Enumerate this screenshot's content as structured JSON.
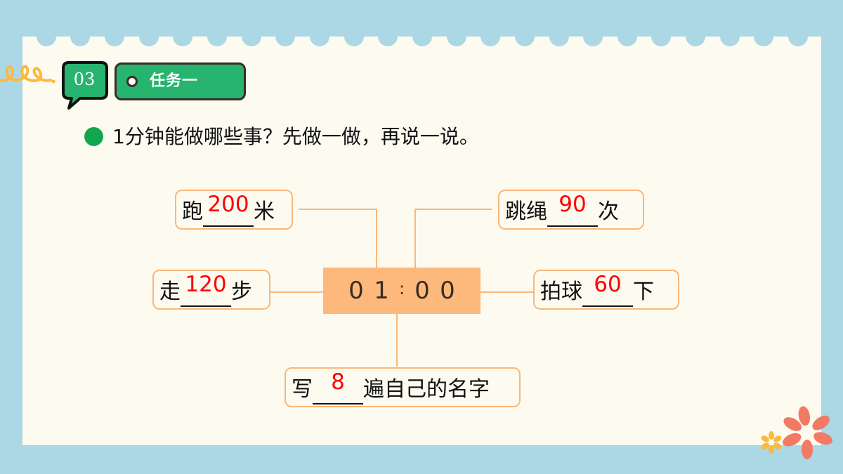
{
  "header": {
    "section_number": "03",
    "task_label": "任务一"
  },
  "question": {
    "text": "1分钟能做哪些事？先做一做，再说一说。"
  },
  "timer": {
    "digits": [
      "0",
      "1",
      "0",
      "0"
    ],
    "separator": ":",
    "display": "01:00"
  },
  "activities": [
    {
      "id": "run",
      "prefix": "跑",
      "answer": "200",
      "suffix": "米"
    },
    {
      "id": "jump-rope",
      "prefix": "跳绳",
      "answer": "90",
      "suffix": "次"
    },
    {
      "id": "walk",
      "prefix": "走",
      "answer": "120",
      "suffix": "步"
    },
    {
      "id": "bounce-ball",
      "prefix": "拍球",
      "answer": "60",
      "suffix": "下"
    },
    {
      "id": "write-name",
      "prefix": "写",
      "answer": "8",
      "suffix": "遍自己的名字"
    }
  ],
  "colors": {
    "background": "#acd7e5",
    "card": "#fdfbf0",
    "accent_green": "#27b46e",
    "bullet_green": "#12a650",
    "timer_orange": "#fdb97b",
    "box_border": "#f8b77a",
    "answer_red": "#ff0000",
    "flower_coral": "#f27a65",
    "flower_yellow": "#fbb940"
  }
}
